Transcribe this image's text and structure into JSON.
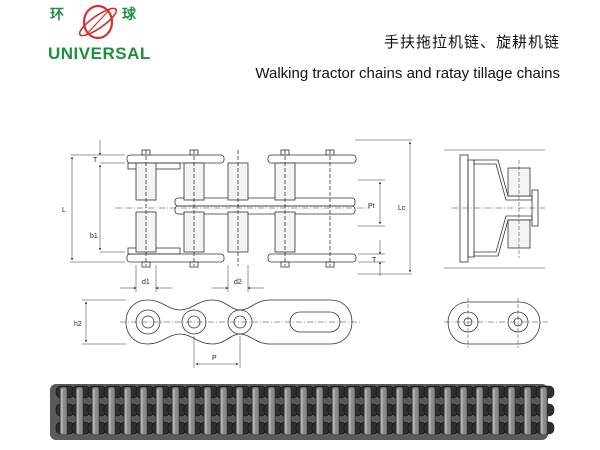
{
  "logo": {
    "cn_left": "环",
    "cn_right": "球",
    "brand": "UNIVERSAL"
  },
  "header": {
    "title_cn": "手扶拖拉机链、旋耕机链",
    "title_en": "Walking tractor chains and ratay tillage chains"
  },
  "drawing_labels": {
    "L": "L",
    "Lc": "Lc",
    "b1": "b1",
    "d1": "d1",
    "d2": "d2",
    "Pt": "Pt",
    "T_top": "T",
    "T_bottom": "T",
    "h2": "h2",
    "P": "P"
  },
  "colors": {
    "brand_green": "#1f8f3f",
    "logo_red": "#d0342c",
    "line": "#333333",
    "chain_dark": "#2f2f2f"
  }
}
